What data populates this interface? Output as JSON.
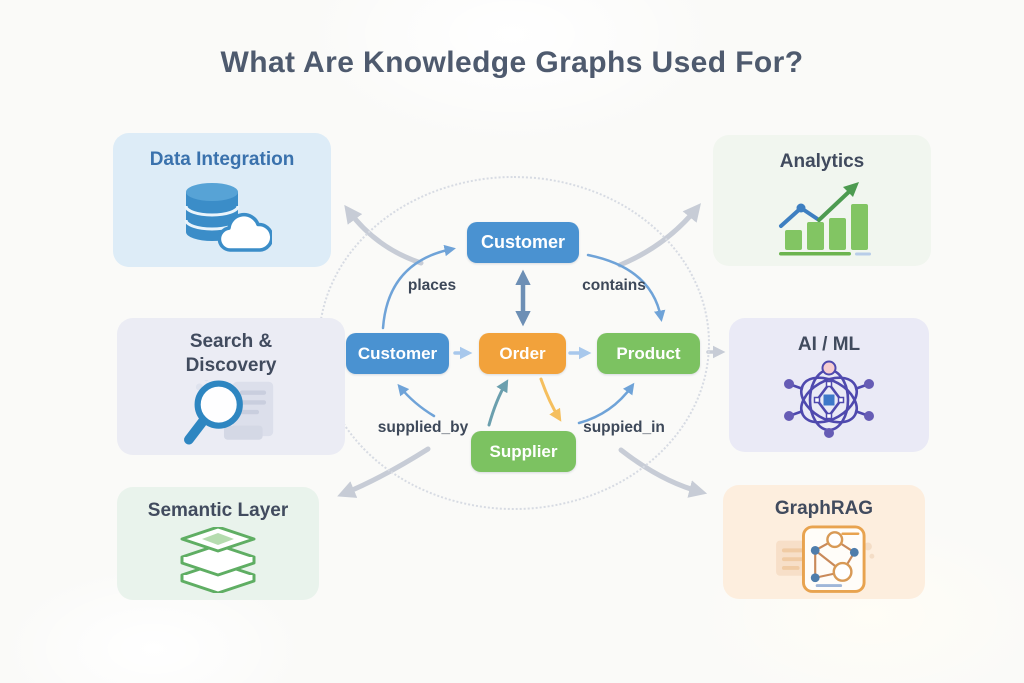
{
  "title": "What Are Knowledge Graphs Used For?",
  "cards": {
    "left": [
      {
        "label": "Data Integration",
        "icon": "database-cloud"
      },
      {
        "label": "Search & Discovery",
        "icon": "magnifying-glass-document"
      },
      {
        "label": "Semantic Layer",
        "icon": "stacked-layers"
      }
    ],
    "right": [
      {
        "label": "Analytics",
        "icon": "bar-chart-trend-arrow"
      },
      {
        "label": "AI / ML",
        "icon": "neural-network"
      },
      {
        "label": "GraphRAG",
        "icon": "graph-document"
      }
    ]
  },
  "graph": {
    "nodes": [
      {
        "id": "customer-top",
        "label": "Customer",
        "color": "#4a92d1"
      },
      {
        "id": "customer-left",
        "label": "Customer",
        "color": "#4a92d1"
      },
      {
        "id": "order",
        "label": "Order",
        "color": "#f2a23b"
      },
      {
        "id": "product",
        "label": "Product",
        "color": "#7cc261"
      },
      {
        "id": "supplier",
        "label": "Supplier",
        "color": "#7cc261"
      }
    ],
    "edges": [
      {
        "from": "customer-left",
        "to": "customer-top",
        "label": "places"
      },
      {
        "from": "customer-top",
        "to": "product",
        "label": "contains"
      },
      {
        "from": "supplier",
        "to": "customer-left",
        "label": "supplied_by"
      },
      {
        "from": "supplier",
        "to": "product",
        "label": "suppied_in"
      }
    ]
  },
  "colors": {
    "background": "#fafaf8",
    "title_text": "#4e5a6e",
    "card_label": "#414b5e",
    "data_integration_label": "#3a72ad",
    "card_bg_data_integration": "#ddecf7",
    "card_bg_search_discovery": "#ebecf4",
    "card_bg_semantic_layer": "#e9f3ec",
    "card_bg_analytics": "#f1f6ef",
    "card_bg_ai_ml": "#eaeaf6",
    "card_bg_graphrag": "#fdeede",
    "outer_arrow": "#c7ccd6",
    "inner_arrow_blue": "#6fa3d8",
    "inner_arrow_light_blue": "#a8c8ec",
    "inner_arrow_steel": "#6d8fb5",
    "inner_arrow_teal": "#6b9fae",
    "inner_arrow_orange": "#f5bf5e",
    "dotted_circle": "#d7dbe3"
  }
}
